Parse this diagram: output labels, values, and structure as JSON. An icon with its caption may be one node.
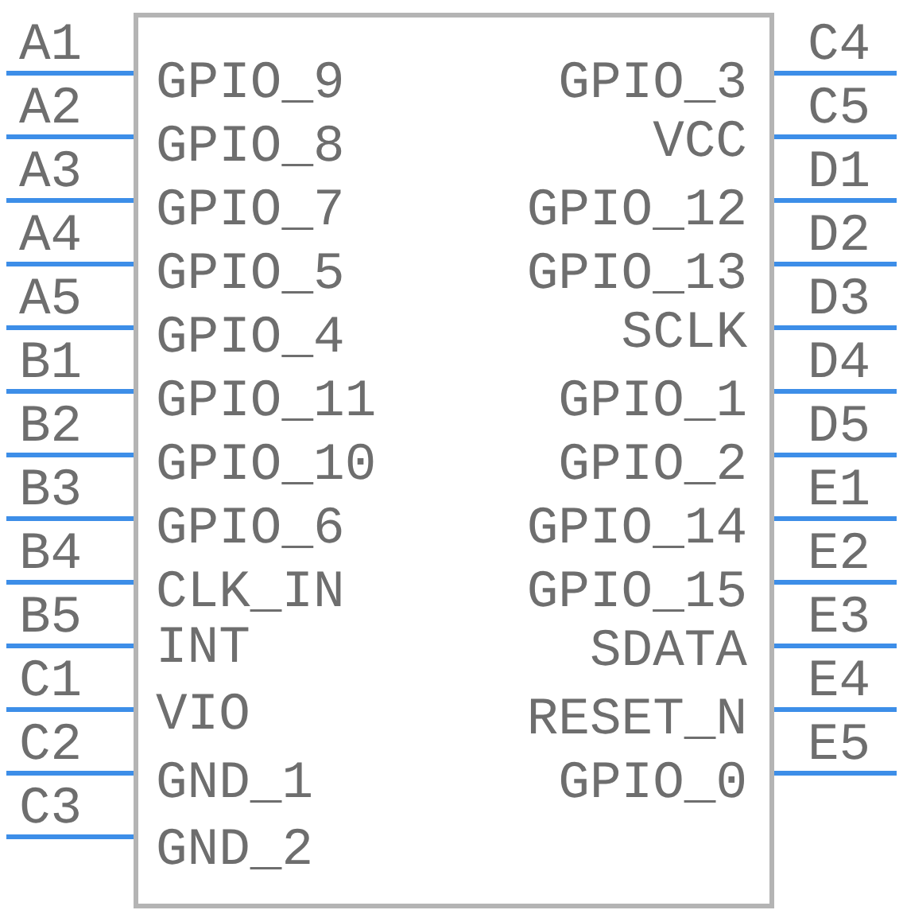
{
  "diagram": {
    "nodes": [
      {
        "text": [
          "GPIO_9",
          "GPIO_8",
          "GPIO_7",
          "GPIO_5",
          "GPIO_4",
          "GPIO_11",
          "GPIO_10",
          "GPIO_6",
          "CLK_IN",
          "INT",
          "VIO",
          "GND_1",
          "GND_2",
          "GPIO_3",
          "VCC",
          "GPIO_12",
          "GPIO_13",
          "SCLK",
          "GPIO_1",
          "GPIO_2",
          "GPIO_14",
          "GPIO_15",
          "SDATA",
          "RESET_N",
          "GPIO_0"
        ]
      }
    ],
    "labels": [
      "A1",
      "A2",
      "A3",
      "A4",
      "A5",
      "B1",
      "B2",
      "B3",
      "B4",
      "B5",
      "C1",
      "C2",
      "C3",
      "C4",
      "C5",
      "D1",
      "D2",
      "D3",
      "D4",
      "D5",
      "E1",
      "E2",
      "E3",
      "E4",
      "E5"
    ]
  }
}
